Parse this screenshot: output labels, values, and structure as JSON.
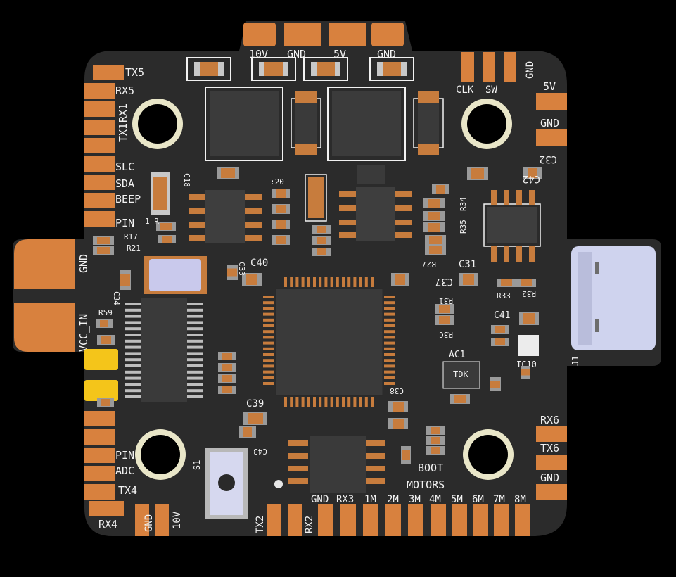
{
  "board": {
    "colors": {
      "pcb": "#2b2b2b",
      "pad": "#d8813e",
      "silkscreen": "#f2f2f2",
      "hole_ring": "#e9e6c8",
      "usb_shell": "#cfd3ee",
      "led_yellow": "#f4c51a"
    },
    "top_pads": [
      "10V",
      "GND",
      "5V",
      "GND"
    ],
    "top_right_pads": [
      "CLK",
      "SW",
      "GND"
    ],
    "right_pads": [
      "5V",
      "GND",
      "RX6",
      "TX6",
      "GND"
    ],
    "left_pads": [
      "TX5",
      "RX5",
      "RX1",
      "TX1",
      "SLC",
      "SDA",
      "BEEP",
      "PIN",
      "GND",
      "VCC_IN",
      "PIN",
      "ADC",
      "TX4",
      "RX4"
    ],
    "bottom_pads": [
      "GND",
      "10V",
      "TX2",
      "RX2",
      "GND",
      "RX3",
      "1M",
      "2M",
      "3M",
      "4M",
      "5M",
      "6M",
      "7M",
      "8M"
    ],
    "labels": {
      "boot": "BOOT",
      "motors": "MOTORS",
      "j1": "J1",
      "s1": "S1",
      "ac1": "AC1",
      "tdk": "TDK",
      "ic10": "IC10"
    },
    "refdes": {
      "c18": "C18",
      "c20": ":20",
      "r17": "R17",
      "r21": "R21",
      "c34": "C34",
      "c33": "C33",
      "c40": "C40",
      "c39": "C39",
      "c43": "C43",
      "r59": "R59",
      "c42": "C42",
      "c32": "C32",
      "r34": "R34",
      "r35": "R35",
      "r27": "R27",
      "c31": "C31",
      "c37": "C37",
      "r33": "R33",
      "r32": "R32",
      "r31": "R31",
      "r30": "R3C",
      "c41": "C41",
      "c38": "C38",
      "r1": "1 R"
    }
  }
}
